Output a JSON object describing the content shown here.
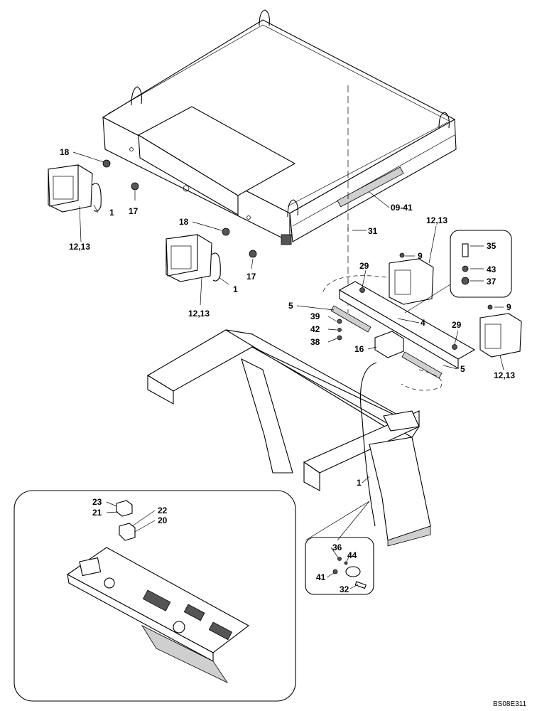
{
  "callouts": {
    "c18a": "18",
    "c1a": "1",
    "c17a": "17",
    "c1213a": "12,13",
    "c18b": "18",
    "c1213b": "12,13",
    "c1b": "1",
    "c17b": "17",
    "c0941": "09-41",
    "c1213c": "12,13",
    "c31": "31",
    "c9a": "9",
    "c29a": "29",
    "c35": "35",
    "c43": "43",
    "c37": "37",
    "c5a": "5",
    "c39": "39",
    "c42": "42",
    "c38": "38",
    "c4": "4",
    "c16": "16",
    "c29b": "29",
    "c9b": "9",
    "c1213d": "12,13",
    "c5b": "5",
    "c1c": "1",
    "c23": "23",
    "c21": "21",
    "c22": "22",
    "c20": "20",
    "c36": "36",
    "c44": "44",
    "c41": "41",
    "c32": "32"
  },
  "drawing_number": "BS08E311"
}
